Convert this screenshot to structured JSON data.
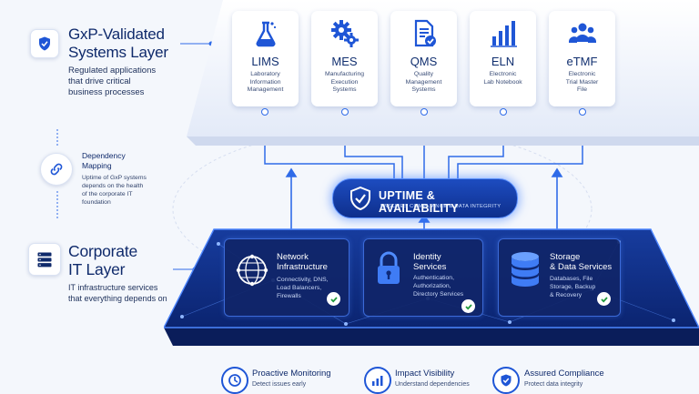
{
  "left": {
    "gxp": {
      "title_line1": "GxP-Validated",
      "title_line2": "Systems Layer",
      "desc_lines": [
        "Regulated applications",
        "that drive critical",
        "business processes"
      ]
    },
    "dependency": {
      "title_line1": "Dependency",
      "title_line2": "Mapping",
      "desc_lines": [
        "Uptime of GxP systems",
        "depends on the health",
        "of the corporate IT",
        "foundation"
      ]
    },
    "corporate": {
      "title_line1": "Corporate",
      "title_line2": "IT Layer",
      "desc_lines": [
        "IT infrastructure services",
        "that everything depends on"
      ]
    }
  },
  "apps": [
    {
      "name": "LIMS",
      "desc_lines": [
        "Laboratory",
        "Information",
        "Management"
      ],
      "icon": "flask-icon"
    },
    {
      "name": "MES",
      "desc_lines": [
        "Manufacturing",
        "Execution",
        "Systems"
      ],
      "icon": "gears-icon"
    },
    {
      "name": "QMS",
      "desc_lines": [
        "Quality",
        "Management",
        "Systems"
      ],
      "icon": "document-check-icon"
    },
    {
      "name": "ELN",
      "desc_lines": [
        "Electronic",
        "Lab Notebook"
      ],
      "icon": "bar-chart-icon"
    },
    {
      "name": "eTMF",
      "desc_lines": [
        "Electronic",
        "Trial Master",
        "File"
      ],
      "icon": "people-icon"
    }
  ],
  "uptime": {
    "title": "UPTIME & AVAILABILITY",
    "subtitle": "ENSURES COMPLIANCE & DATA INTEGRITY"
  },
  "services": [
    {
      "title_lines": [
        "Network",
        "Infrastructure"
      ],
      "desc_lines": [
        "Connectivity, DNS,",
        "Load Balancers,",
        "Firewalls"
      ],
      "icon": "globe-network-icon"
    },
    {
      "title_lines": [
        "Identity",
        "Services"
      ],
      "desc_lines": [
        "Authentication,",
        "Authorization,",
        "Directory Services"
      ],
      "icon": "padlock-icon"
    },
    {
      "title_lines": [
        "Storage",
        "& Data Services"
      ],
      "desc_lines": [
        "Databases, File",
        "Storage, Backup",
        "& Recovery"
      ],
      "icon": "database-icon"
    }
  ],
  "features": [
    {
      "title": "Proactive Monitoring",
      "desc": "Detect issues early",
      "icon": "clock-icon"
    },
    {
      "title": "Impact Visibility",
      "desc": "Understand dependencies",
      "icon": "bar-chart-icon"
    },
    {
      "title": "Assured Compliance",
      "desc": "Protect data integrity",
      "icon": "shield-check-icon"
    }
  ],
  "colors": {
    "primary_blue": "#1f56d6",
    "navy_text": "#0f2a6b",
    "platform_dark": "#0e2a7a",
    "glow": "#5a90ff",
    "background": "#f4f7fc"
  }
}
